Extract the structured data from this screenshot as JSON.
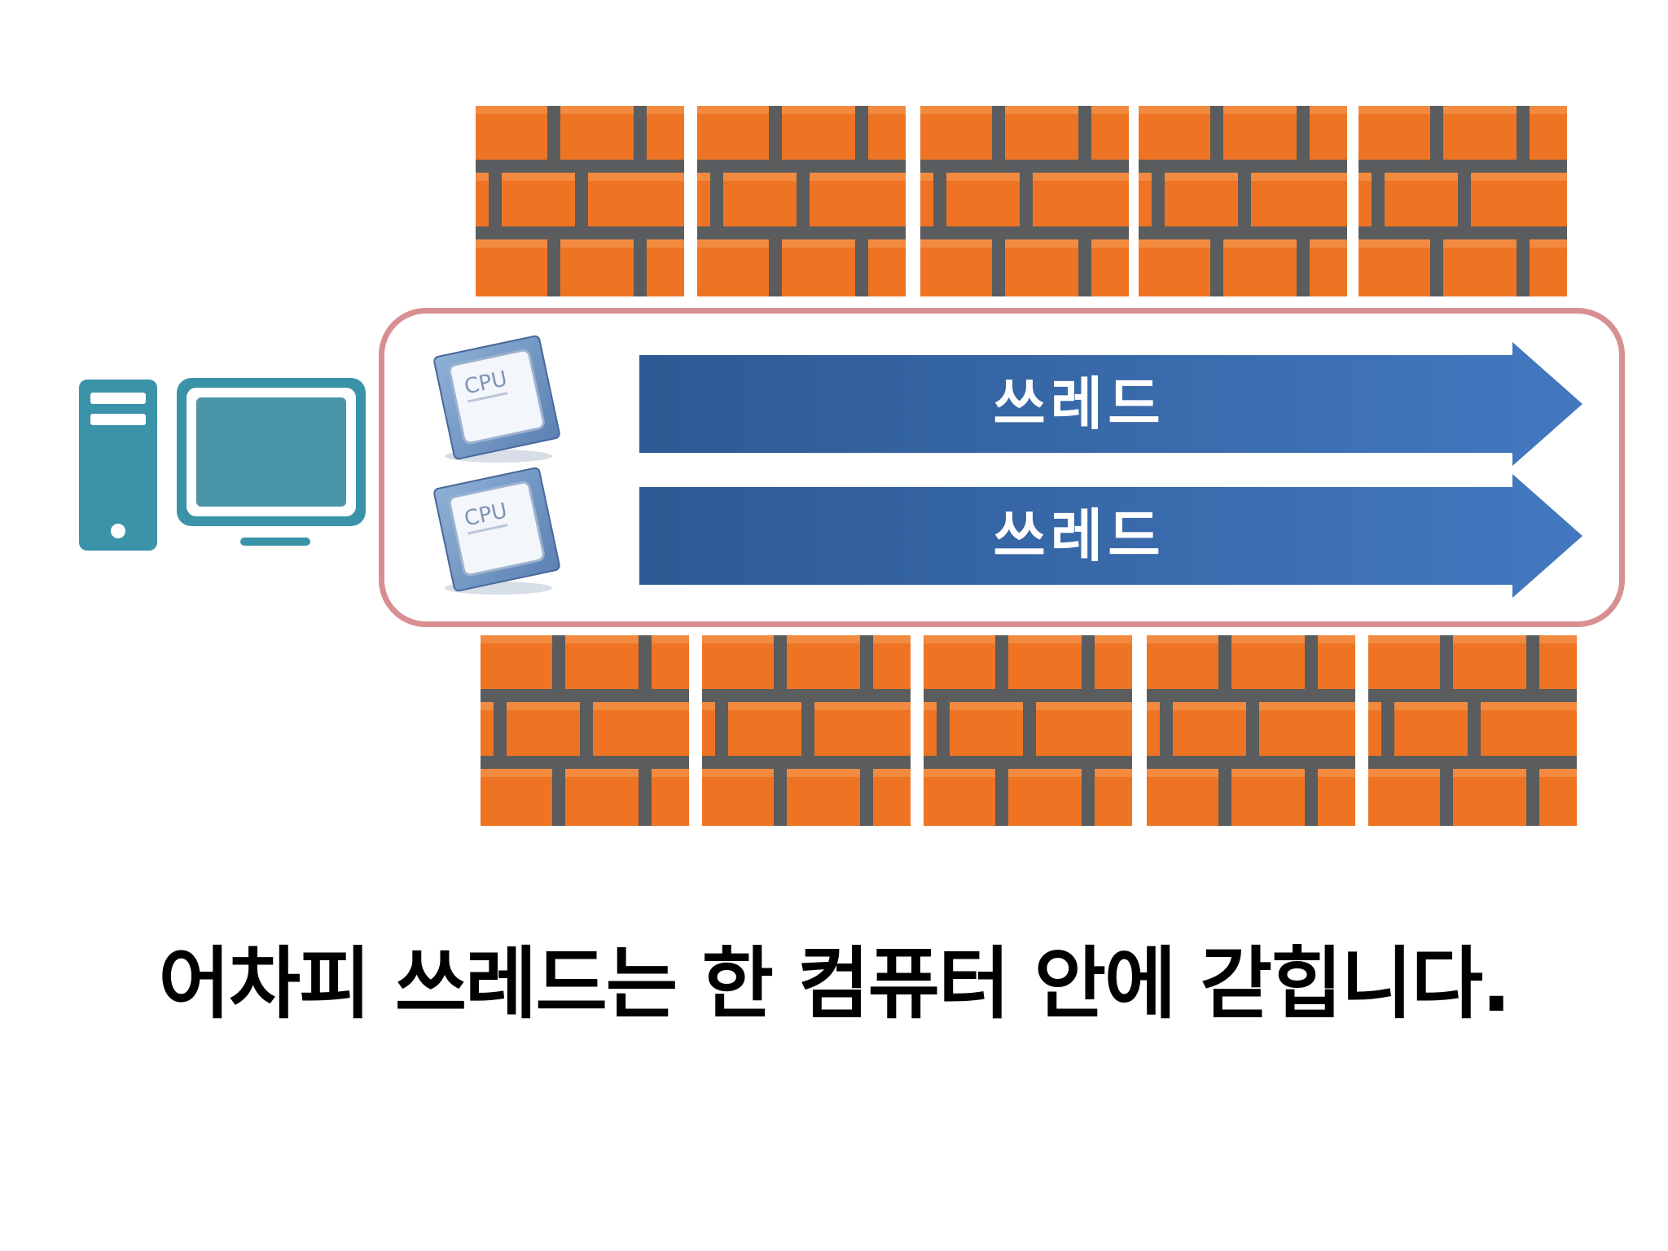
{
  "diagram": {
    "threads": [
      {
        "label": "쓰레드"
      },
      {
        "label": "쓰레드"
      }
    ],
    "cpus": [
      {
        "label": "CPU"
      },
      {
        "label": "CPU"
      }
    ],
    "caption": "어차피 쓰레드는 한 컴퓨터 안에 갇힙니다."
  },
  "colors": {
    "brick": "#ee7423",
    "mortar": "#5a5c5e",
    "arrow_start": "#2d5a93",
    "arrow_end": "#4378c0",
    "computer": "#3a93a8",
    "box_border": "#d88f92"
  },
  "icons": {
    "computer": "desktop-computer-icon",
    "cpu": "cpu-chip-icon",
    "wall": "brick-wall-icon"
  }
}
